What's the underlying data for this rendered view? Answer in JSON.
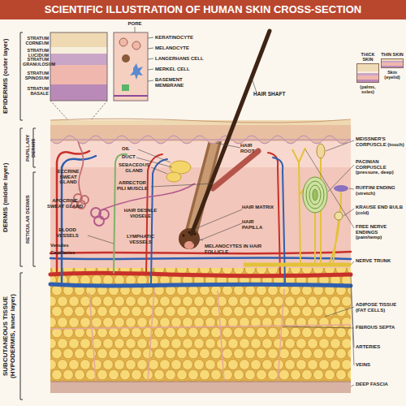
{
  "diagram": {
    "title": "SCIENTIFIC ILLUSTRATION OF HUMAN SKIN CROSS-SECTION",
    "nodes": [
      {
        "text": [
          "THICK SKIN",
          "(palms, soles)"
        ]
      },
      {
        "text": [
          "THIN SKIN",
          "Skin (eyelid)"
        ]
      }
    ],
    "labels": [
      "EPIDERMIS (outer layer)",
      "STRATUM CORNEUM",
      "STRATUM LUCIDUM",
      "STRATUM GRANULOSUM",
      "STRATUM SPINOSUM",
      "STRATUM BASALE",
      "PORE",
      "KERATINOCYTE",
      "MELANOCYTE",
      "LANGERHANS CELL",
      "MERKEL CELL",
      "BASEMENT MEMBRANE",
      "HAIR SHAFT",
      "PAPILLARY DERMIS",
      "DERMIS (middle layer)",
      "RETICULAR DERMIS",
      "ECCRINE SWEAT GLAND",
      "OIL",
      "DUCT",
      "SEBACEOUS GLAND",
      "HAIR ROOT",
      "ARRECTOR PILI MUSCLE",
      "APOCRINE SWEAT GLAND",
      "HAIR DESNLE VIOSELE",
      "LYMPHATIC VESSELS",
      "BLOOD VESSELS",
      "Venules",
      "Capillaries",
      "HAIR MATRIX",
      "HAIR PAPILLA",
      "MELANOCYTES IN HAIR FOLLICLE",
      "MEISSNER'S CORPUSCLE (touch)",
      "PACINIAN CORPUSCLE (pressure, deep)",
      "RUFFINI ENDING (stretch)",
      "KRAUSE END BULB (cold)",
      "FREE NERVE ENDINGS (pain/temp)",
      "NERVE TRUNK",
      "SUBCUTANEOUS TISSUE (HYPODERMIS, inner layer)",
      "ADIPOSE TISSUE (FAT CELLS)",
      "FIBROUS SEPTA",
      "ARTERIES",
      "VEINS",
      "DEEP FASCIA"
    ]
  }
}
